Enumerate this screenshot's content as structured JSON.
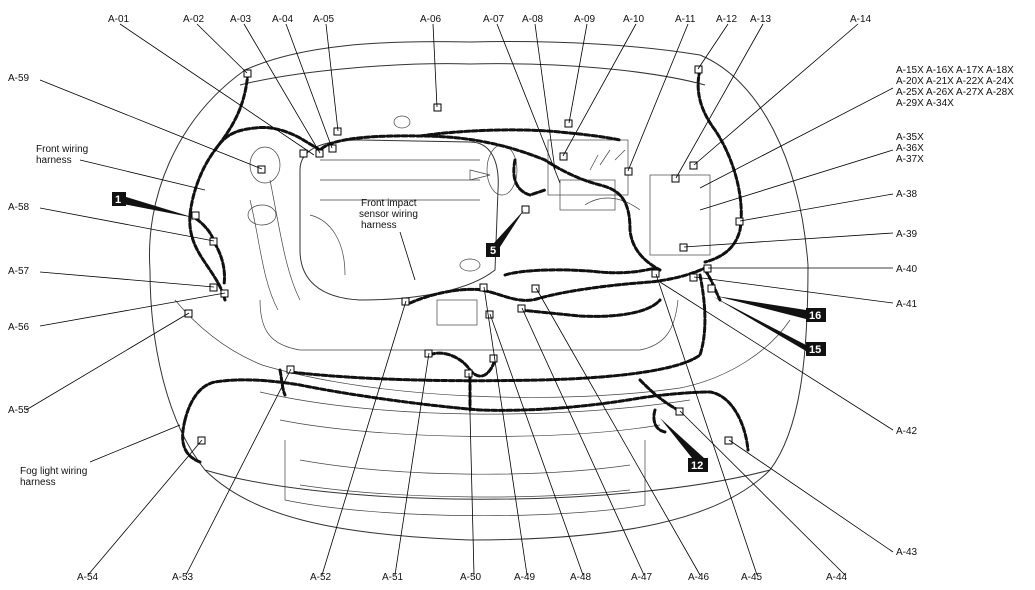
{
  "connector_labels": {
    "a01": "A-01",
    "a02": "A-02",
    "a03": "A-03",
    "a04": "A-04",
    "a05": "A-05",
    "a06": "A-06",
    "a07": "A-07",
    "a08": "A-08",
    "a09": "A-09",
    "a10": "A-10",
    "a11": "A-11",
    "a12": "A-12",
    "a13": "A-13",
    "a14": "A-14",
    "a38": "A-38",
    "a39": "A-39",
    "a40": "A-40",
    "a41": "A-41",
    "a42": "A-42",
    "a43": "A-43",
    "a44": "A-44",
    "a45": "A-45",
    "a46": "A-46",
    "a47": "A-47",
    "a48": "A-48",
    "a49": "A-49",
    "a50": "A-50",
    "a51": "A-51",
    "a52": "A-52",
    "a53": "A-53",
    "a54": "A-54",
    "a55": "A-55",
    "a56": "A-56",
    "a57": "A-57",
    "a58": "A-58",
    "a59": "A-59"
  },
  "group_labels": {
    "g15_line1": "A-15X A-16X A-17X A-18X",
    "g15_line2": "A-20X A-21X A-22X A-24X",
    "g15_line3": "A-25X A-26X A-27X A-28X",
    "g15_line4": "A-29X A-34X",
    "g35_line1": "A-35X",
    "g35_line2": "A-36X",
    "g35_line3": "A-37X"
  },
  "harness_labels": {
    "front_wiring_1": "Front wiring",
    "front_wiring_2": "harness",
    "impact_1": "Front impact",
    "impact_2": "sensor wiring",
    "impact_3": "harness",
    "fog_1": "Fog light wiring",
    "fog_2": "harness"
  },
  "badges": {
    "b1": "1",
    "b5": "5",
    "b12": "12",
    "b15": "15",
    "b16": "16"
  }
}
